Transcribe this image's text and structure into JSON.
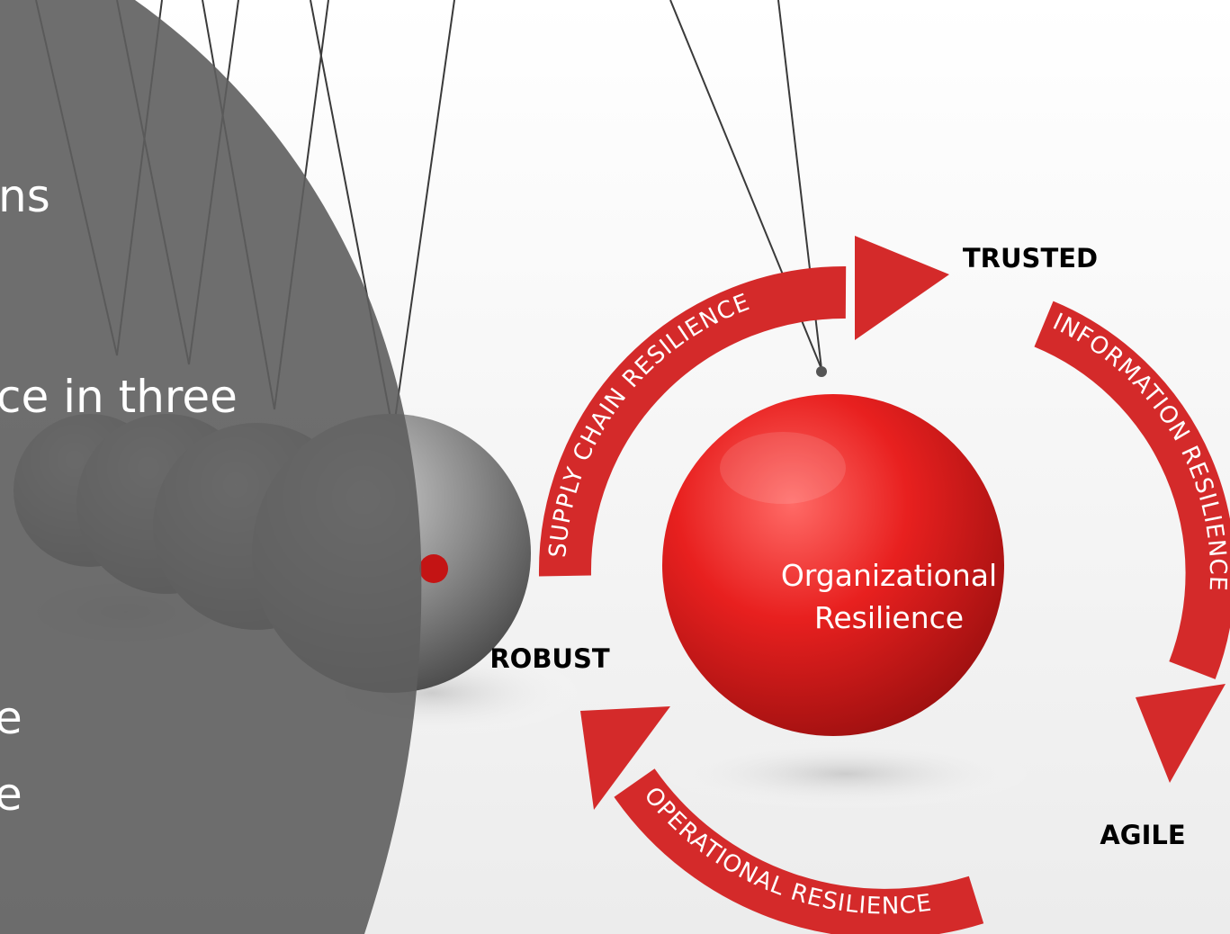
{
  "left_panel": {
    "fragments": [
      "ns",
      "ce in three",
      "e",
      "e"
    ]
  },
  "diagram": {
    "center_label_line1": "Organizational",
    "center_label_line2": "Resilience",
    "labels": {
      "trusted": "TRUSTED",
      "agile": "AGILE",
      "robust": "ROBUST"
    },
    "arcs": {
      "supply_chain": "SUPPLY CHAIN RESILIENCE",
      "information": "INFORMATION RESILIENCE",
      "operational": "OPERATIONAL RESILIENCE"
    }
  },
  "colors": {
    "accent_red": "#d42a2a",
    "overlay_gray": "#5e5e5e",
    "ball_gray": "#6a6a6a"
  }
}
